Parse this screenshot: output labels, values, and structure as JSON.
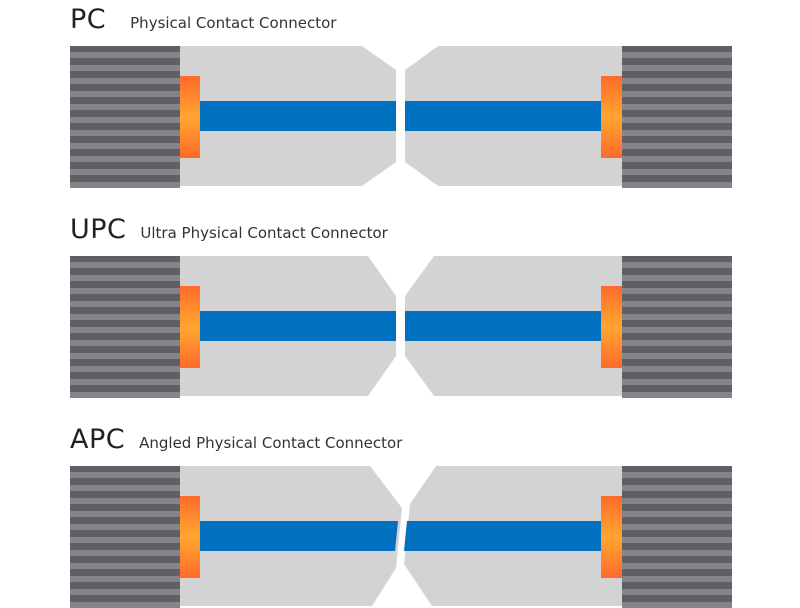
{
  "colors": {
    "stripe_dark": "#5f6065",
    "stripe_light": "#848589",
    "ferrule": "#d3d3d3",
    "fiber": "#0070bf",
    "endface_edge": "#ff6a2a",
    "endface_center": "#ffa630",
    "background": "#ffffff"
  },
  "connectors": [
    {
      "id": "pc",
      "abbr": "PC",
      "name": "Physical Contact Connector",
      "polish": "flat-small-chamfer"
    },
    {
      "id": "upc",
      "abbr": "UPC",
      "name": "Ultra Physical Contact Connector",
      "polish": "domed-long-chamfer"
    },
    {
      "id": "apc",
      "abbr": "APC",
      "name": "Angled Physical Contact Connector",
      "polish": "angled"
    }
  ]
}
